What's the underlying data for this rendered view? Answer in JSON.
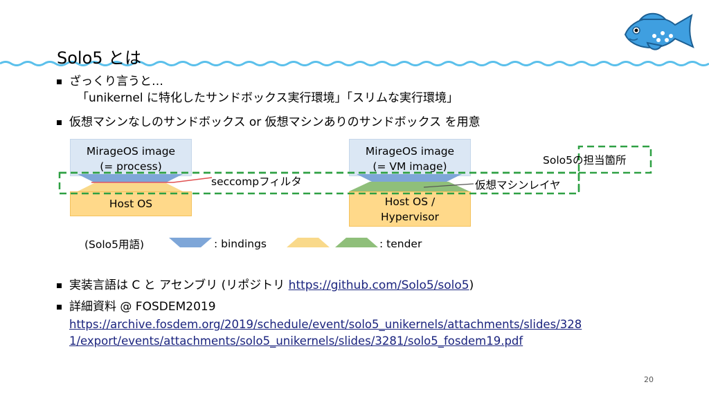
{
  "slide": {
    "title": "Solo5 とは",
    "page_number": "20",
    "bullets": {
      "b1_line1": "ざっくり言うと…",
      "b1_line2": "「unikernel に特化したサンドボックス実行環境」「スリムな実行環境」",
      "b2": "仮想マシンなしのサンドボックス or 仮想マシンありのサンドボックス を用意",
      "b3_prefix": "実装言語は C と アセンブリ (リポジトリ ",
      "b3_link": "https://github.com/Solo5/solo5",
      "b3_suffix": ")",
      "b4_line1": "詳細資料 @ FOSDEM2019",
      "b4_link_line1": "https://archive.fosdem.org/2019/schedule/event/solo5_unikernels/attachments/slides/328",
      "b4_link_line2": "1/export/events/attachments/solo5_unikernels/slides/3281/solo5_fosdem19.pdf"
    },
    "diagram": {
      "left_top_line1": "MirageOS image",
      "left_top_line2": "(= process)",
      "left_bottom": "Host OS",
      "right_top_line1": "MirageOS image",
      "right_top_line2": "(= VM image)",
      "right_bottom_line1": "Host OS /",
      "right_bottom_line2": "Hypervisor",
      "seccomp_label": "seccompフィルタ",
      "vm_layer_label": "仮想マシンレイヤ",
      "solo5_scope_label": "Solo5の担当箇所",
      "legend_prefix": "(Solo5用語)",
      "legend_bindings": ": bindings",
      "legend_tender": ": tender"
    },
    "colors": {
      "accent_line": "#5bc0eb",
      "dashed_green": "#2ea043",
      "binding_blue": "#7ea6d8",
      "tender_yellow": "#f9d98a",
      "tender_green": "#8fbf7a",
      "link": "#1a237e"
    },
    "icons": {
      "logo": "fish-icon"
    }
  }
}
